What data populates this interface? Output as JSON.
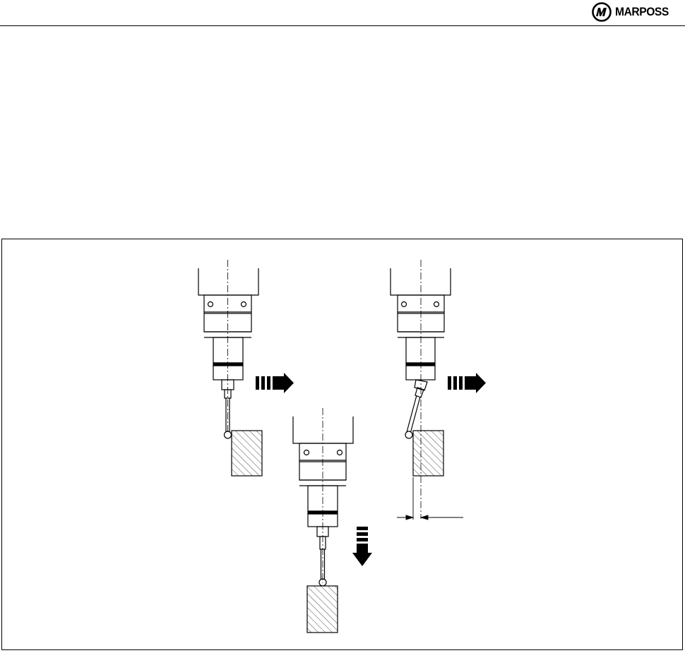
{
  "header": {
    "brand": "MARPOSS",
    "logo_icon": "marposs-logo-icon"
  },
  "figure": {
    "stages": [
      {
        "name": "approach",
        "motion": "right",
        "icon": "arrow-right-icon"
      },
      {
        "name": "deflection",
        "motion": "right",
        "icon": "arrow-right-icon"
      },
      {
        "name": "axial-approach",
        "motion": "down",
        "icon": "arrow-down-icon"
      }
    ],
    "annotation": "pre-travel-dimension"
  }
}
